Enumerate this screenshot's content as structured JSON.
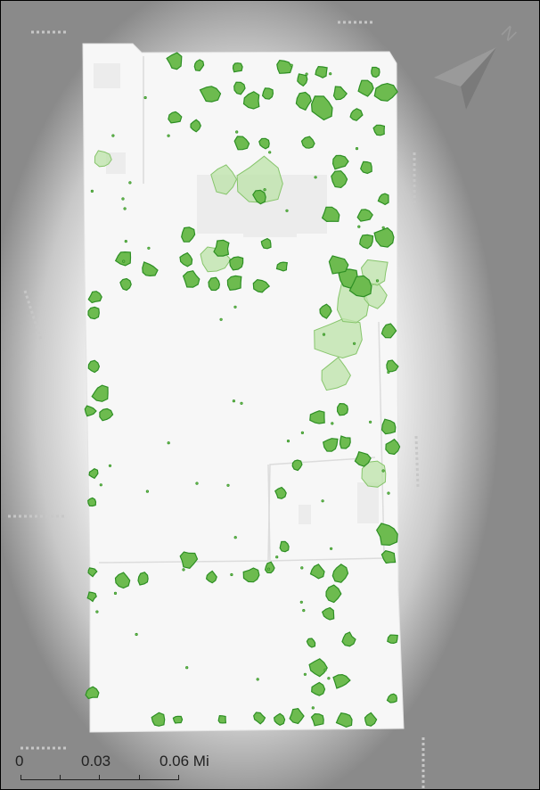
{
  "map": {
    "north_label": "N",
    "colors": {
      "tree_fill": "#6dbb4f",
      "tree_stroke": "#2e8f24",
      "shrub_fill": "#bfe3ac",
      "shrub_stroke": "#87c56c",
      "parcel_fill": "#f7f7f7",
      "building_fill": "#ececec",
      "road_gray": "#c7c7c7",
      "background_shadow": "#8a8a8a"
    },
    "icons": [
      "north-arrow-icon"
    ]
  },
  "scale_bar": {
    "labels": [
      "0",
      "0.03",
      "0.06 Mi"
    ]
  }
}
